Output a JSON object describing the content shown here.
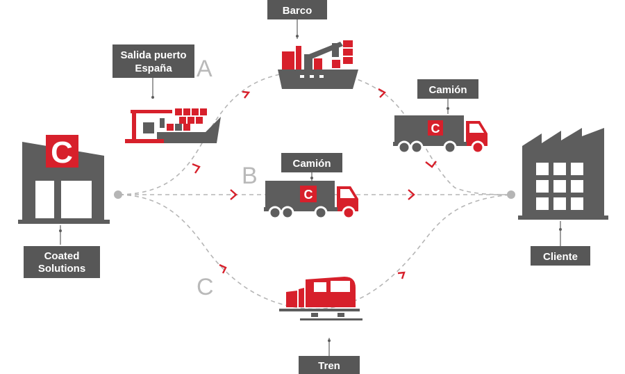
{
  "labels": {
    "origin": [
      "Coated",
      "Solutions"
    ],
    "port": [
      "Salida puerto",
      "España"
    ],
    "ship": "Barco",
    "truck_top": "Camión",
    "truck_mid": "Camión",
    "train": "Tren",
    "client": "Cliente"
  },
  "routes": {
    "a": "A",
    "b": "B",
    "c": "C"
  },
  "logo_letter": "C",
  "colors": {
    "brand_red": "#d7202b",
    "dark_gray": "#5d5d5d",
    "label_bg": "#575757",
    "line_gray": "#b5b5b5",
    "route_gray": "#b9b9b9"
  },
  "icons": [
    "warehouse-icon",
    "port-crane-ship-icon",
    "cargo-ship-icon",
    "truck-icon",
    "train-icon",
    "factory-icon"
  ]
}
